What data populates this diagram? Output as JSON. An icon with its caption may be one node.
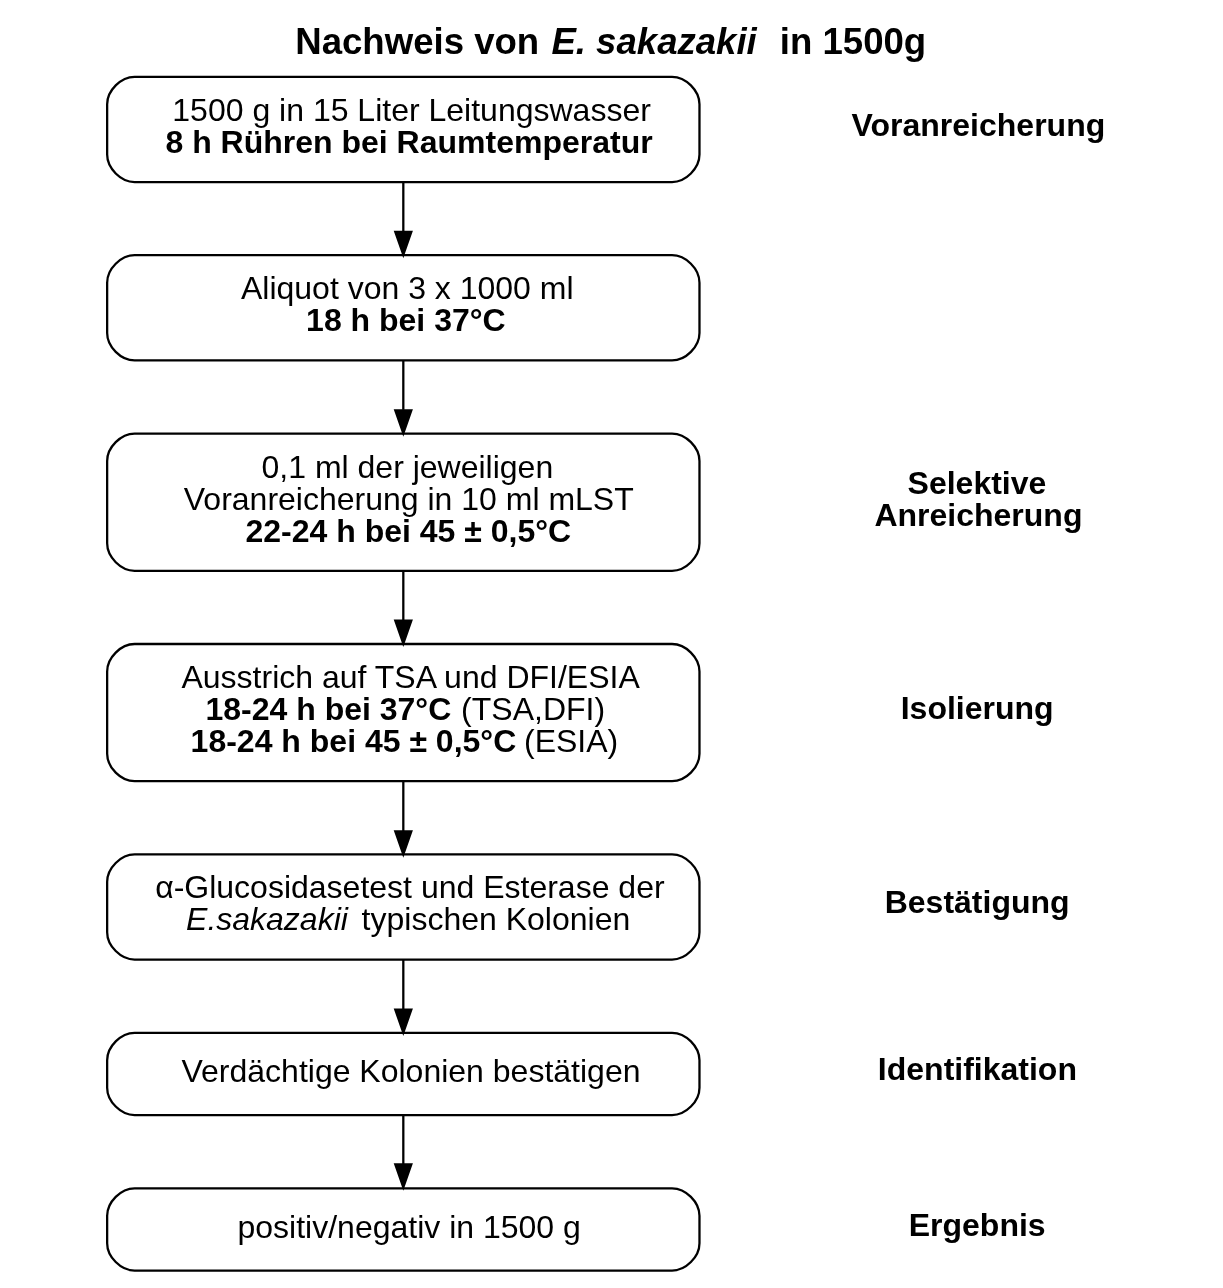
{
  "diagram": {
    "title": "Nachweis von *E. sakazakii* in 1500g",
    "nodes": [
      {
        "text": [
          "1500 g in 15 Liter Leitungswasser",
          "8 h Rühren bei Raumtemperatur"
        ]
      },
      {
        "text": [
          "Aliquot von 3 x 1000 ml",
          "18 h bei 37°C"
        ]
      },
      {
        "text": [
          "0,1 ml der jeweiligen Voranreicherung in 10 ml mLST",
          "22-24 h bei 45 ± 0,5°C"
        ]
      },
      {
        "text": [
          "Ausstrich auf TSA und DFI/ESIA",
          "**18-24 h bei 37°C** (TSA,DFI)",
          "**18-24 h bei 45 ± 0,5°C** (ESIA)"
        ]
      },
      {
        "text": [
          "α-Glucosidasetest und Esterase der *E.sakazakii* typischen Kolonien"
        ]
      },
      {
        "text": [
          "Verdächtige Kolonien bestätigen"
        ]
      },
      {
        "text": [
          "positiv/negativ in 1500 g"
        ]
      }
    ],
    "edges": [
      {
        "from": 0,
        "to": 1,
        "arrow": "to"
      },
      {
        "from": 1,
        "to": 2,
        "arrow": "to"
      },
      {
        "from": 2,
        "to": 3,
        "arrow": "to"
      },
      {
        "from": 3,
        "to": 4,
        "arrow": "to"
      },
      {
        "from": 4,
        "to": 5,
        "arrow": "to"
      },
      {
        "from": 5,
        "to": 6,
        "arrow": "to"
      }
    ],
    "labels": [
      "Voranreicherung",
      "Selektive Anreicherung",
      "Isolierung",
      "Bestätigung",
      "Identifikation",
      "Ergebnis"
    ]
  }
}
